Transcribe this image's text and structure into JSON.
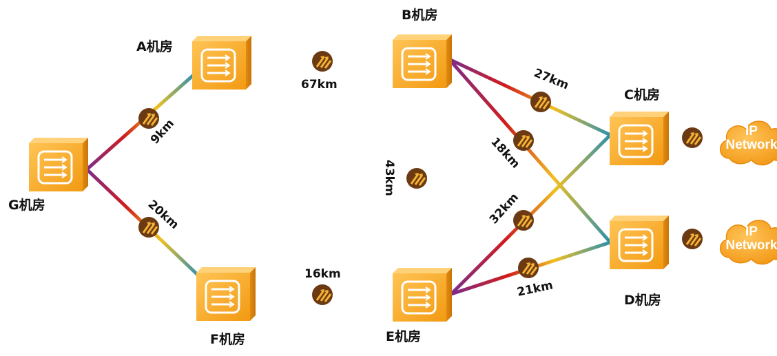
{
  "rooms": {
    "A": "A机房",
    "B": "B机房",
    "C": "C机房",
    "D": "D机房",
    "E": "E机房",
    "F": "F机房",
    "G": "G机房"
  },
  "distances": {
    "G_A": "9km",
    "G_F": "20km",
    "A_B": "67km",
    "F_E": "16km",
    "B_E": "43km",
    "B_C": "27km",
    "B_D": "18km",
    "E_C": "32km",
    "E_D": "21km"
  },
  "clouds": {
    "c_line1": "IP",
    "c_line2": "Network",
    "d_line1": "IP",
    "d_line2": "Network"
  },
  "colors": {
    "box": "#f5a623",
    "amplifier": "#6b3a12",
    "cloud": "#f5a623"
  }
}
